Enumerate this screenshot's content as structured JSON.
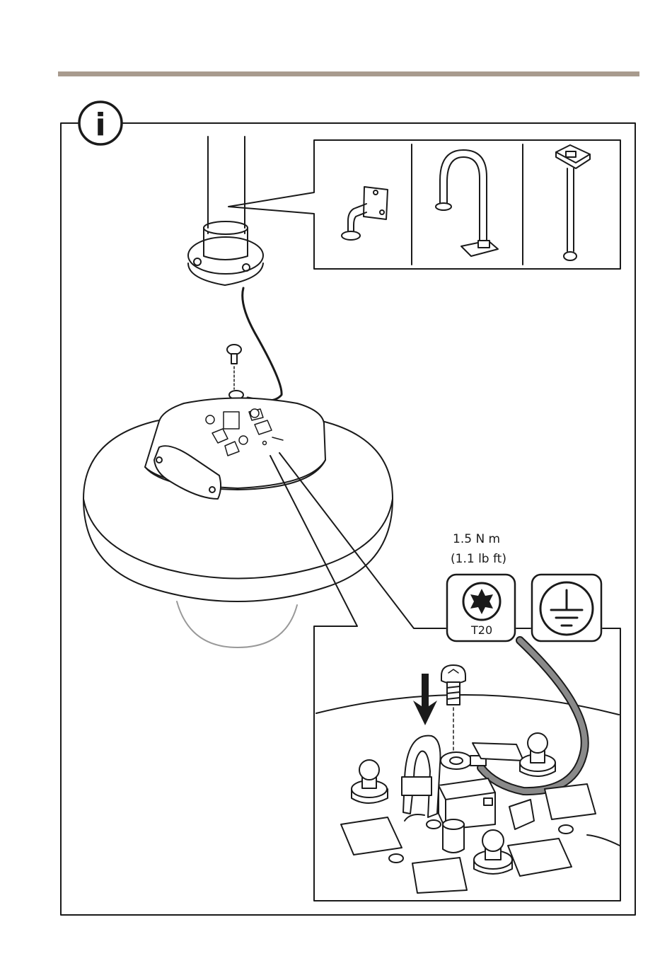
{
  "header": {
    "rule_color": "#a89b8e"
  },
  "info_icon": {
    "glyph": "i",
    "icon": "info-icon"
  },
  "torque": {
    "metric": "1.5 N m",
    "imperial": "(1.1 lb ft)"
  },
  "tool": {
    "label": "T20",
    "icon": "torx-bit-icon"
  },
  "ground_symbol": {
    "icon": "protective-earth-icon"
  },
  "mount_options": [
    {
      "icon": "wall-bracket-icon"
    },
    {
      "icon": "gooseneck-bracket-icon"
    },
    {
      "icon": "pendant-pole-icon"
    }
  ],
  "colors": {
    "line": "#1a1a1a",
    "cable": "#8a8a8a",
    "rule": "#a89b8e"
  }
}
